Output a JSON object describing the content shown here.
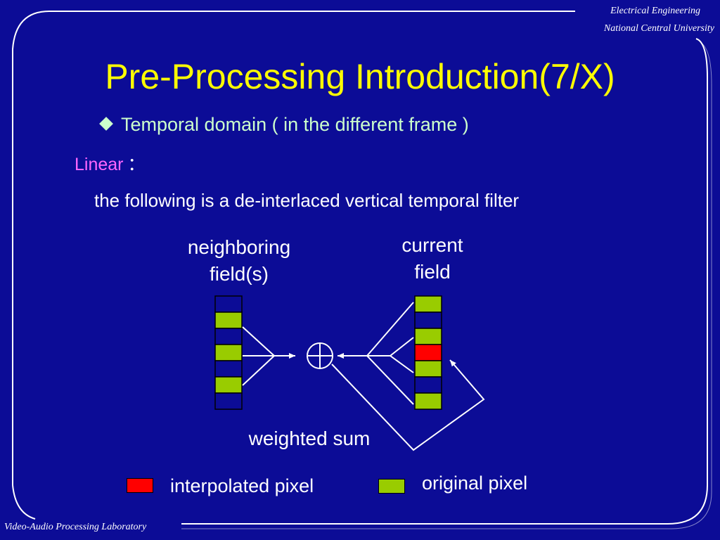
{
  "slide": {
    "background": "#0c0c96",
    "header": {
      "department": "Electrical Engineering",
      "university": "National Central University"
    },
    "footer": {
      "lab": "Video-Audio Processing Laboratory"
    },
    "title": "Pre-Processing Introduction(7/X)",
    "bullet": "Temporal domain ( in the different frame )",
    "linear_label": "Linear",
    "linear_colon": "：",
    "description": "the following is a de-interlaced vertical temporal filter"
  },
  "diagram": {
    "neighboring_label_line1": "neighboring",
    "neighboring_label_line2": "field(s)",
    "current_label_line1": "current",
    "current_label_line2": "field",
    "sum_label": "weighted sum",
    "neighboring_column": [
      "empty",
      "original",
      "empty",
      "original",
      "empty",
      "original",
      "empty"
    ],
    "current_column": [
      "original",
      "empty",
      "original",
      "interpolated",
      "original",
      "empty",
      "original"
    ],
    "colors": {
      "original": "#99cc00",
      "interpolated": "#ff0000",
      "empty": "#0c0c96",
      "line": "#ffffff"
    }
  },
  "legend": {
    "interpolated_label": "interpolated pixel",
    "original_label": "original pixel",
    "interpolated_color": "#ff0000",
    "original_color": "#99cc00"
  }
}
